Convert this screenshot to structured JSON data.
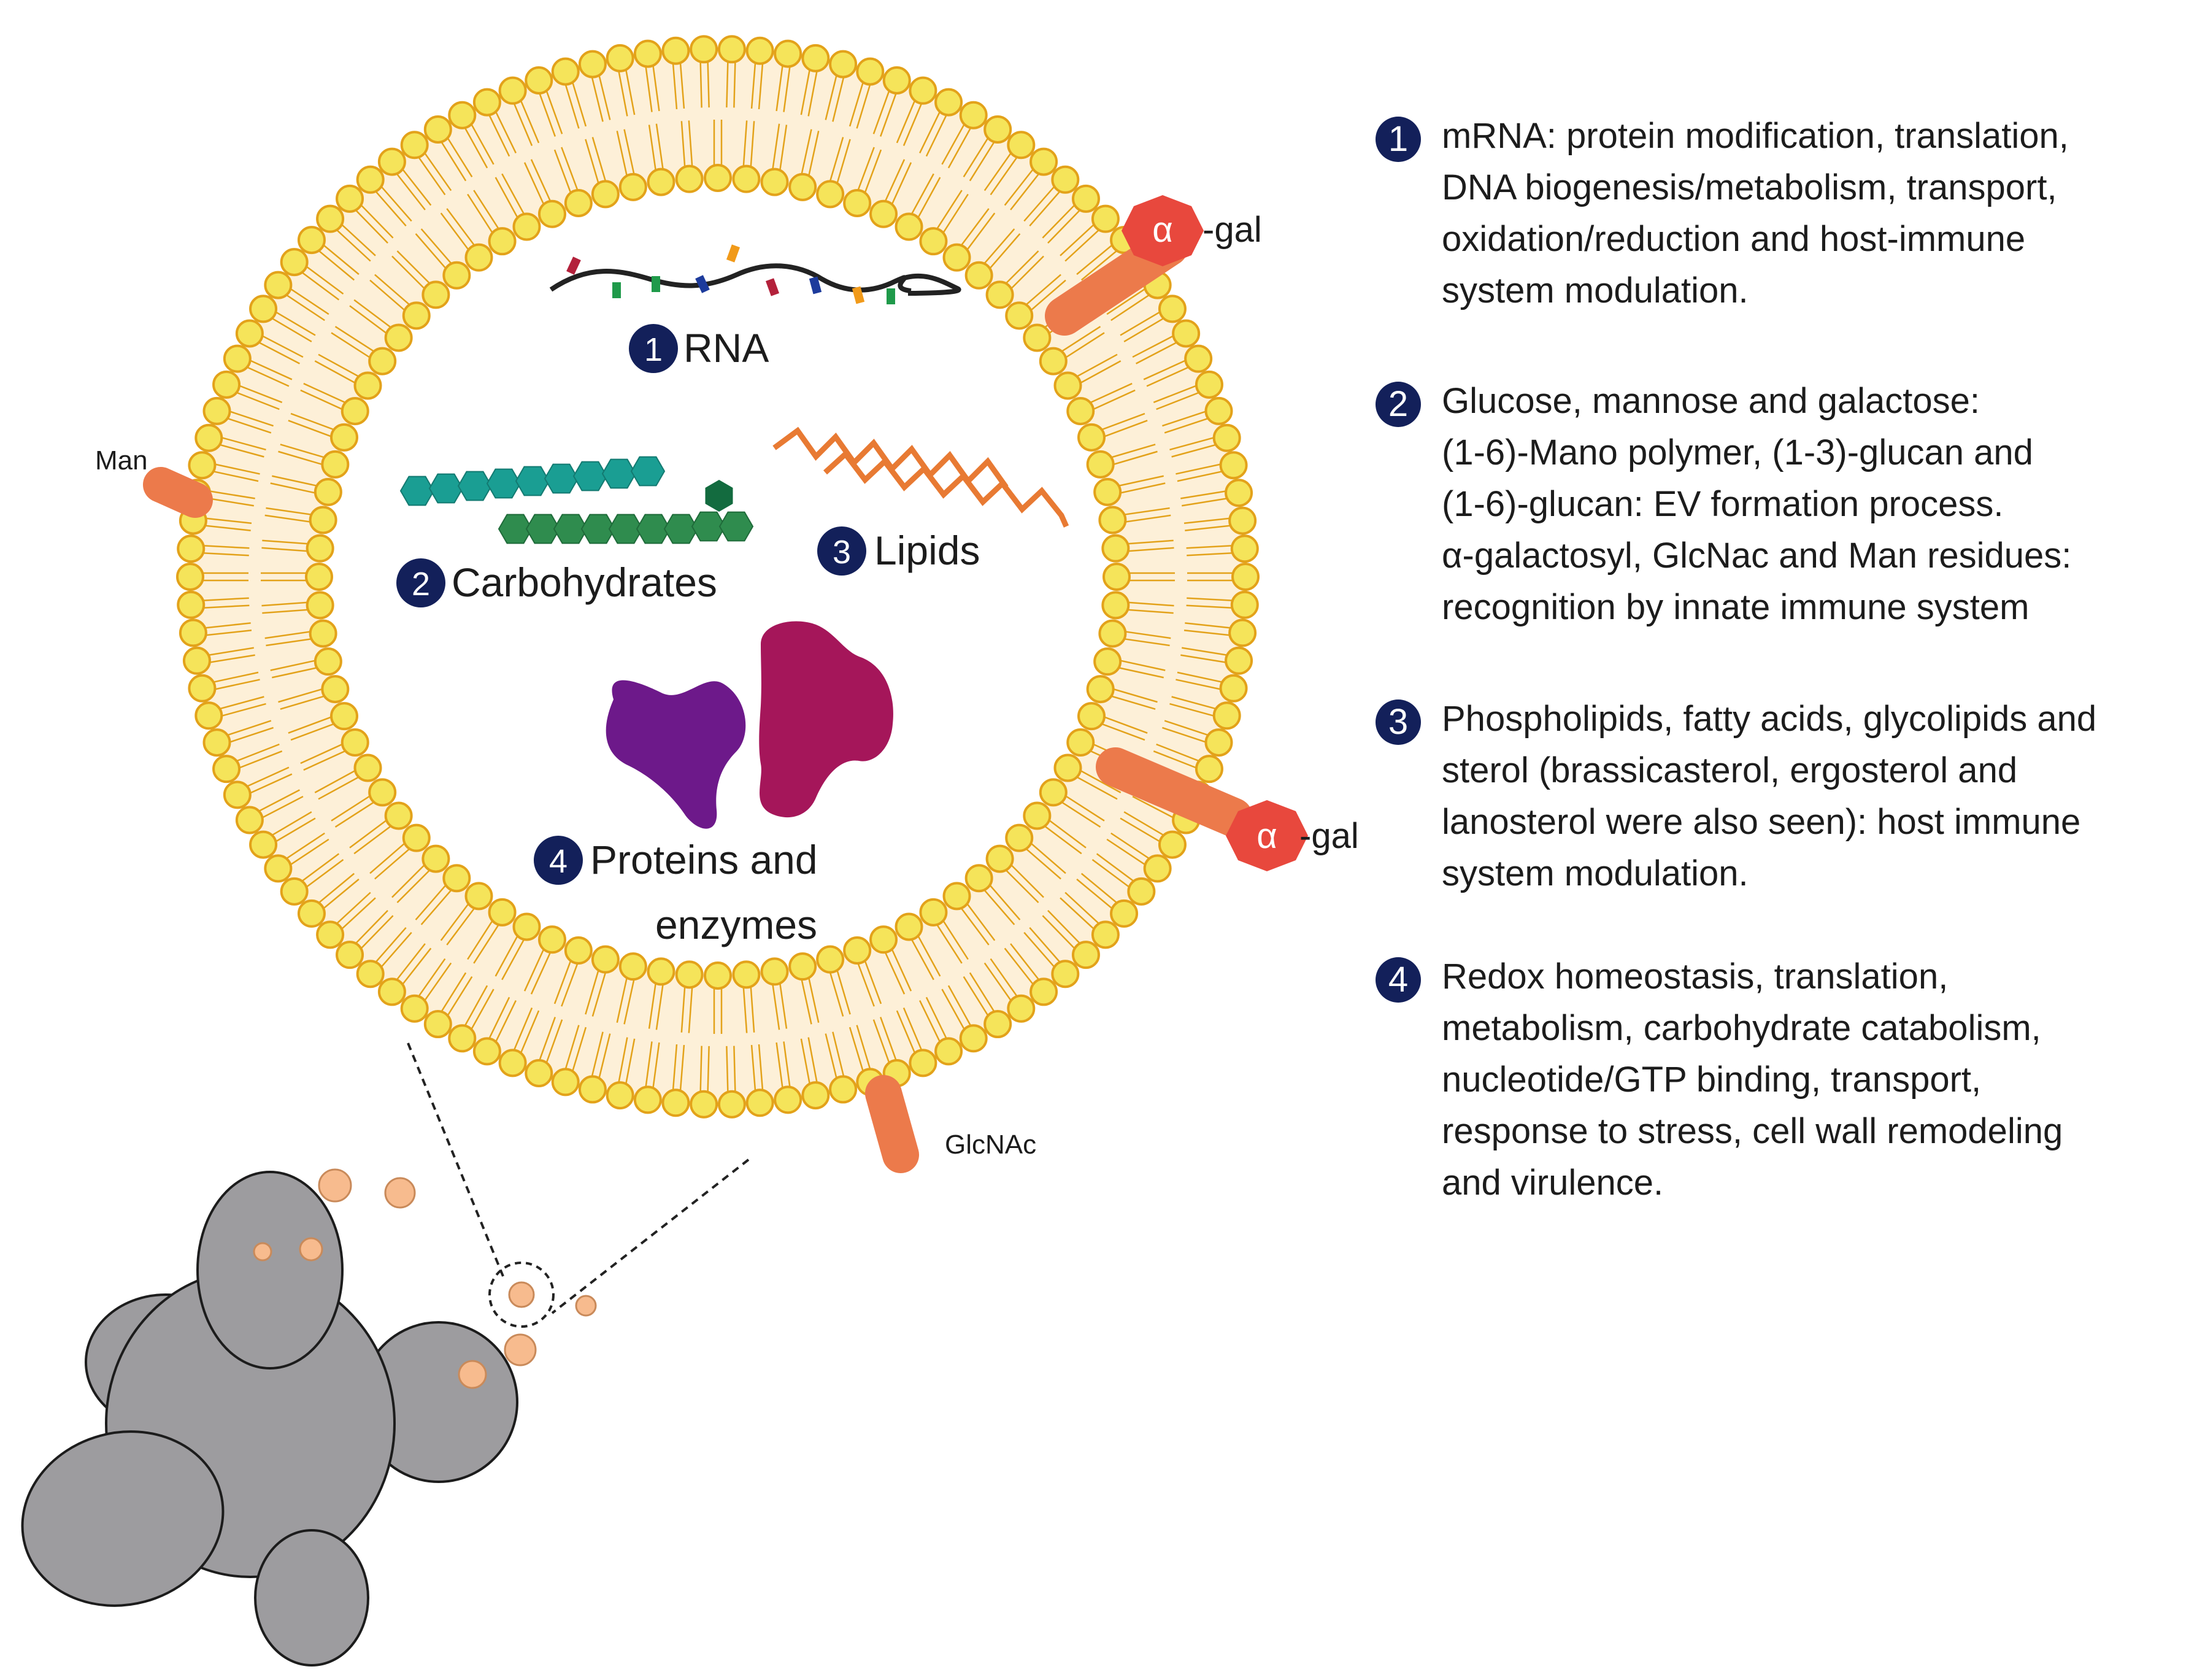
{
  "colors": {
    "membrane_head": "#f5e45a",
    "membrane_head_stroke": "#e3a21a",
    "membrane_fill": "#fdf0d8",
    "receptor": "#ec7a4b",
    "alpha_gal_hex": "#e8483d",
    "badge": "#13205a",
    "cell_gray": "#9d9c9f",
    "vesicle": "#f7bb8e",
    "hex_teal": "#1a9e93",
    "hex_green": "#2f8c4e",
    "hex_dark_green": "#136b3f",
    "lipid_orange": "#e87a33",
    "protein_purple": "#6d198a",
    "protein_magenta": "#a5165a"
  },
  "labels": {
    "rna": "RNA",
    "carbohydrates": "Carbohydrates",
    "lipids": "Lipids",
    "proteins_line1": "Proteins and",
    "proteins_line2": "enzymes",
    "alpha_gal_symbol": "α",
    "alpha_gal_suffix": "-gal",
    "man": "Man",
    "glcnac": "GlcNAc"
  },
  "badges": [
    "1",
    "2",
    "3",
    "4"
  ],
  "legend": [
    {
      "num": "1",
      "lines": [
        "mRNA: protein modification, translation,",
        "DNA biogenesis/metabolism, transport,",
        "oxidation/reduction and host-immune",
        "system modulation."
      ]
    },
    {
      "num": "2",
      "lines": [
        "Glucose, mannose and galactose:",
        "(1-6)-Mano polymer, (1-3)-glucan and",
        "(1-6)-glucan: EV formation process.",
        "α-galactosyl, GlcNac and Man residues:",
        "recognition by innate immune system"
      ]
    },
    {
      "num": "3",
      "lines": [
        "Phospholipids, fatty acids, glycolipids and",
        "sterol (brassicasterol, ergosterol and",
        "lanosterol were also seen): host immune",
        "system modulation."
      ]
    },
    {
      "num": "4",
      "lines": [
        "Redox homeostasis, translation,",
        "metabolism, carbohydrate catabolism,",
        "nucleotide/GTP binding, transport,",
        "response to stress, cell wall remodeling",
        "and virulence."
      ]
    }
  ]
}
